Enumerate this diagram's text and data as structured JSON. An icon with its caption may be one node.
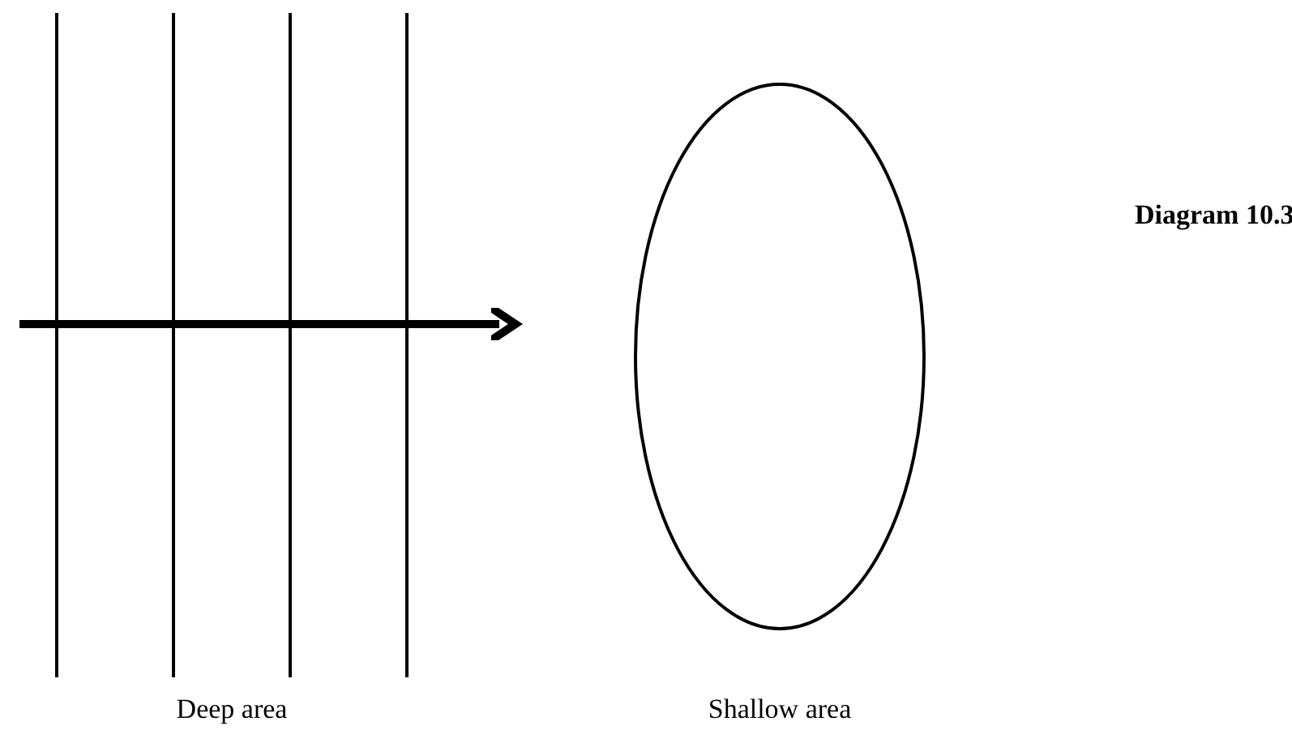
{
  "diagram": {
    "title": "Diagram 10.3",
    "nodes": [
      {
        "text": [],
        "shape": "ellipse"
      }
    ],
    "labels": [
      "Deep area",
      "Shallow area"
    ]
  }
}
